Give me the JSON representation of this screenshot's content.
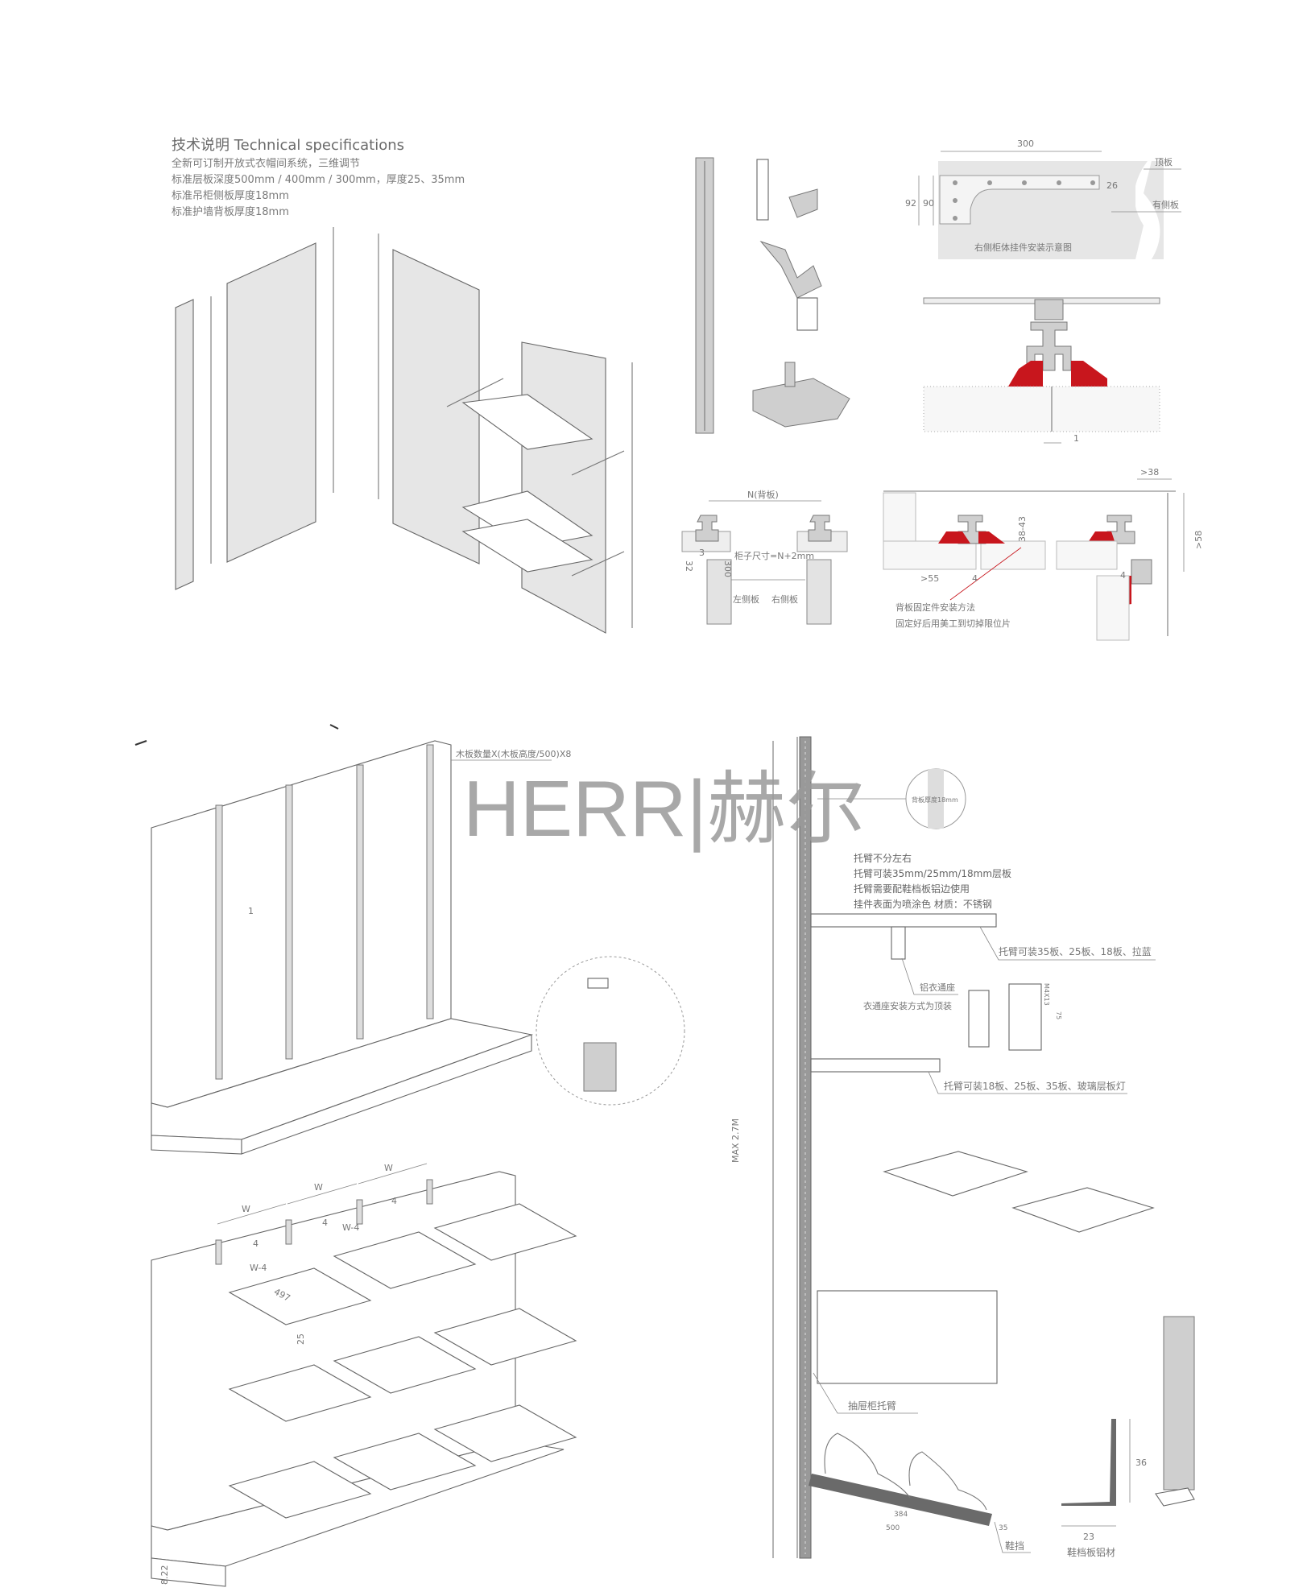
{
  "specs": {
    "title": "技术说明 Technical specifications",
    "lines": [
      "全新可订制开放式衣帽间系统，三维调节",
      "标准层板深度500mm / 400mm / 300mm，厚度25、35mm",
      "标准吊柜侧板厚度18mm",
      "标准护墙背板厚度18mm"
    ]
  },
  "top_right_diagram": {
    "dim_width": "300",
    "dim_92": "92",
    "dim_90": "90",
    "dim_26": "26",
    "label_top": "顶板",
    "label_side": "有侧板",
    "caption": "右侧柜体挂件安装示意图"
  },
  "section_diagram": {
    "dim_gap": "1"
  },
  "backboard_diagram": {
    "n_label": "N(背板)",
    "cabinet_size": "柜子尺寸=N+2mm",
    "dim_32": "32",
    "dim_3": "3",
    "dim_300": "300",
    "left_side": "左侧板",
    "right_side": "右侧板"
  },
  "fixing_diagram": {
    "dim_38_43": "38-43",
    "dim_38": ">38",
    "dim_58": ">58",
    "dim_55": ">55",
    "dim_4a": "4",
    "dim_4b": "4",
    "note_1": "背板固定件安装方法",
    "note_2": "固定好后用美工到切掉限位片"
  },
  "wall_diagram": {
    "board_count": "木板数量X(木板高度/500)X8",
    "mark_1": "1"
  },
  "watermark": "HERR|赫尔",
  "shelf_diagram": {
    "w1": "W",
    "w2": "W",
    "w3": "W",
    "w4a": "W-4",
    "w4b": "W-4",
    "gap1": "4",
    "gap2": "4",
    "gap3": "4",
    "depth": "497",
    "thick": "25",
    "corner_dim": "8.22"
  },
  "rail_diagram": {
    "max_height": "MAX 2.7M",
    "backboard_thickness": "背板厚度18mm",
    "notes": [
      "托臂不分左右",
      "托臂可装35mm/25mm/18mm层板",
      "托臂需要配鞋档板铝边使用",
      "挂件表面为喷涂色 材质：不锈钢"
    ],
    "arm_1": "托臂可装35板、25板、18板、拉蓝",
    "hanger_seat": "铝衣通座",
    "hanger_install": "衣通座安装方式为顶装",
    "m4x13": "M4X13",
    "dim_75": "75",
    "arm_2": "托臂可装18板、25板、35板、玻璃层板灯",
    "drawer_arm": "抽屉柜托臂",
    "shoe_stop": "鞋挡",
    "dim_384": "384",
    "dim_500": "500",
    "dim_35": "35",
    "dim_36": "36",
    "dim_23": "23",
    "profile_label": "鞋档板铝材"
  },
  "colors": {
    "accent_red": "#c8161d",
    "line_gray": "#777777",
    "panel_gray": "#e6e6e6"
  }
}
